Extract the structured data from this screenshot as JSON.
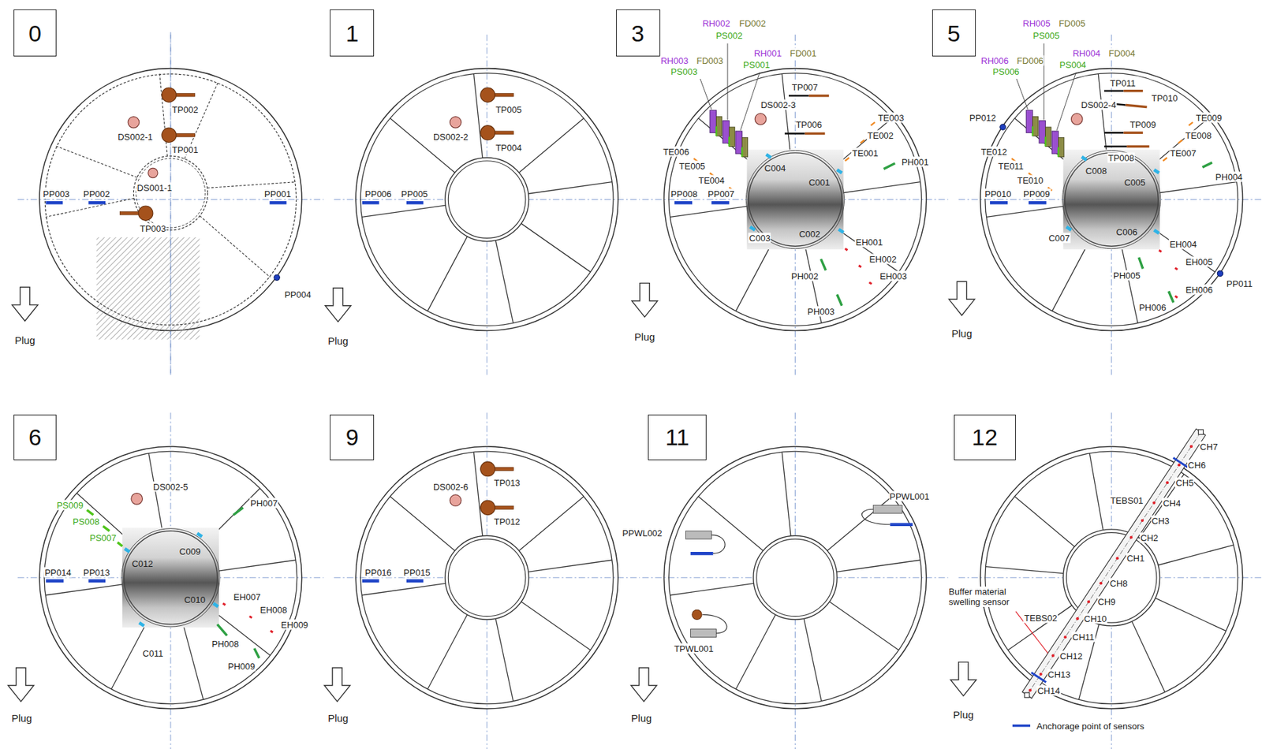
{
  "diagram": {
    "nodes": [
      {
        "text": [
          "0"
        ]
      },
      {
        "text": [
          "1"
        ]
      },
      {
        "text": [
          "3"
        ]
      },
      {
        "text": [
          "5"
        ]
      },
      {
        "text": [
          "6"
        ]
      },
      {
        "text": [
          "9"
        ]
      },
      {
        "text": [
          "11"
        ]
      },
      {
        "text": [
          "12"
        ]
      }
    ],
    "labels": [
      "TP002",
      "DS002-1",
      "TP001",
      "DS001-1",
      "PP003",
      "PP002",
      "PP001",
      "TP003",
      "PP004",
      "Plug",
      "TP005",
      "DS002-2",
      "TP004",
      "PP006",
      "PP005",
      "Plug",
      "RH002",
      "FD002",
      "PS002",
      "RH003",
      "FD003",
      "PS003",
      "RH001",
      "FD001",
      "PS001",
      "TP007",
      "DS002-3",
      "TP006",
      "TE003",
      "TE002",
      "TE001",
      "PH001",
      "TE006",
      "TE005",
      "TE004",
      "C004",
      "C001",
      "PP008",
      "PP007",
      "C003",
      "C002",
      "EH001",
      "EH002",
      "EH003",
      "PH002",
      "PH003",
      "Plug",
      "RH005",
      "FD005",
      "PS005",
      "RH006",
      "FD006",
      "PS006",
      "RH004",
      "FD004",
      "PS004",
      "PP012",
      "TP011",
      "TP010",
      "DS002-4",
      "TP009",
      "TE009",
      "TE008",
      "TE007",
      "PH004",
      "TE012",
      "TE011",
      "TE010",
      "TP008",
      "C008",
      "C005",
      "PP010",
      "PP009",
      "C007",
      "C006",
      "EH004",
      "EH005",
      "EH006",
      "PH005",
      "PH006",
      "PP011",
      "Plug",
      "PS009",
      "PS008",
      "PS007",
      "DS002-5",
      "PH007",
      "C009",
      "C012",
      "PP014",
      "PP013",
      "C010",
      "EH007",
      "EH008",
      "EH009",
      "C011",
      "PH008",
      "PH009",
      "Plug",
      "TP013",
      "DS002-6",
      "TP012",
      "PP016",
      "PP015",
      "Plug",
      "PPWL001",
      "PPWL002",
      "TPWL001",
      "Plug",
      "CH7",
      "CH6",
      "CH5",
      "TEBS01",
      "CH4",
      "CH3",
      "CH2",
      "CH1",
      "CH8",
      "CH9",
      "TEBS02",
      "CH10",
      "CH11",
      "Buffer material swelling sensor",
      "CH12",
      "CH13",
      "CH14",
      "Plug"
    ],
    "legend": [
      {
        "text": "Anchorage point of sensors"
      }
    ]
  }
}
